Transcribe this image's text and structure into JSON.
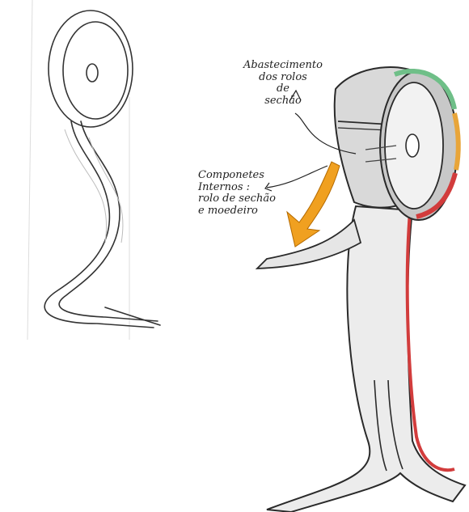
{
  "annotations": {
    "supply": {
      "lines": [
        "Abastecimento",
        "dos rolos",
        "de",
        "sechão"
      ]
    },
    "components": {
      "lines": [
        "Componetes",
        "Internos :",
        "rolo de sechão",
        "e moedeiro"
      ]
    }
  },
  "colors": {
    "paper": "#ffffff",
    "ink": "#1f1f1f",
    "pencil": "#9a9a9a",
    "shade_grey": "#bfbfbf",
    "strip_green": "#6fbf88",
    "strip_yellow": "#e8a53a",
    "strip_red": "#d23c3c",
    "arrow_orange": "#f0a020"
  }
}
